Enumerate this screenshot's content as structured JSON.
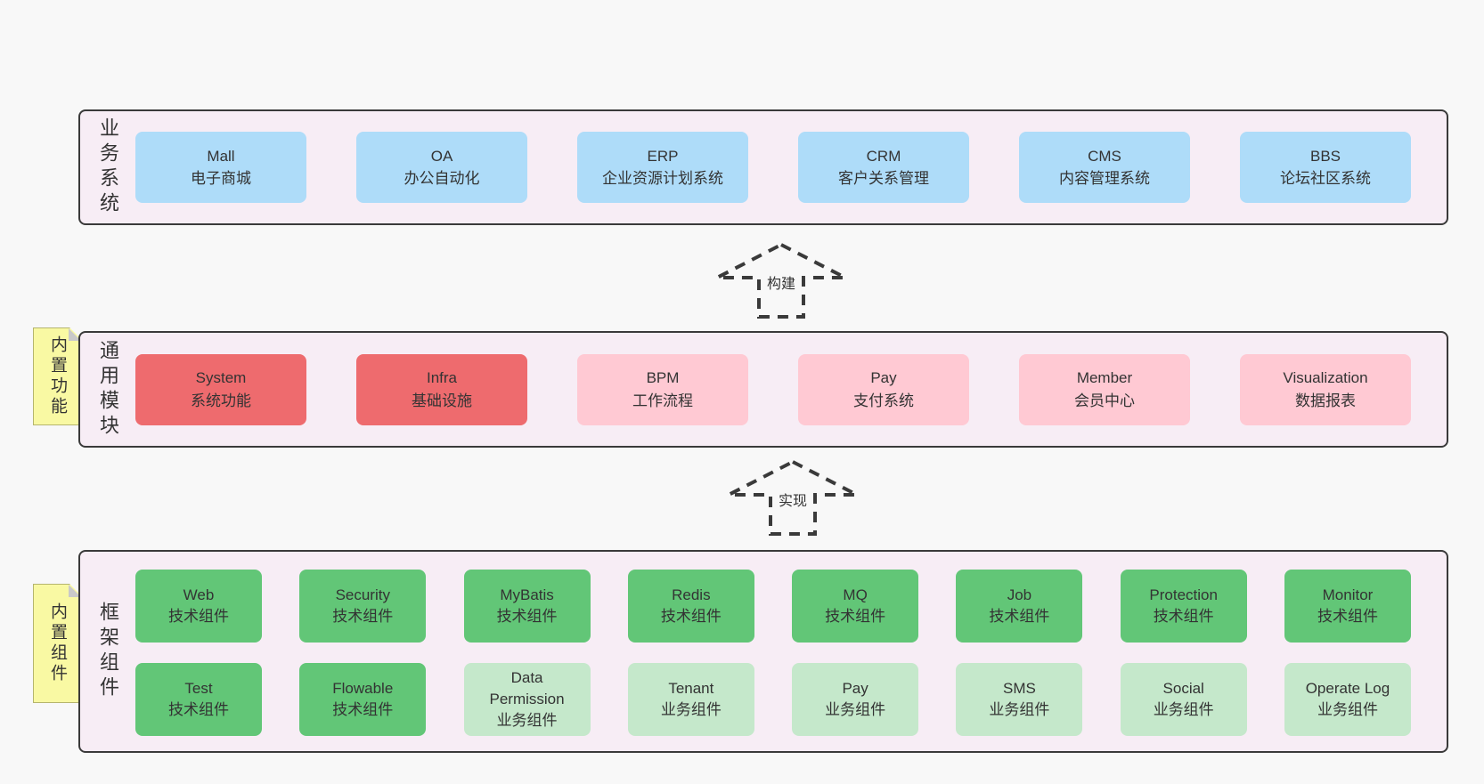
{
  "colors": {
    "page-bg": "#f8f8f8",
    "panel-bg": "#f7edf5",
    "panel-border": "#3a3a3a",
    "blue": "#aedcf9",
    "red": "#ee6b6e",
    "pink": "#ffc9d3",
    "green": "#62c677",
    "light-green": "#c5e8cb",
    "sticky": "#f9f9a3",
    "sticky-fold": "#c9c9c9",
    "text": "#333333"
  },
  "business": {
    "label": "业务系统",
    "boxes": [
      {
        "title": "Mall",
        "subtitle": "电子商城",
        "variant": "blue"
      },
      {
        "title": "OA",
        "subtitle": "办公自动化",
        "variant": "blue"
      },
      {
        "title": "ERP",
        "subtitle": "企业资源计划系统",
        "variant": "blue"
      },
      {
        "title": "CRM",
        "subtitle": "客户关系管理",
        "variant": "blue"
      },
      {
        "title": "CMS",
        "subtitle": "内容管理系统",
        "variant": "blue"
      },
      {
        "title": "BBS",
        "subtitle": "论坛社区系统",
        "variant": "blue"
      }
    ]
  },
  "arrows": {
    "build": "构建",
    "implement": "实现"
  },
  "modules": {
    "label": "通用模块",
    "sticky": "内置功能",
    "boxes": [
      {
        "title": "System",
        "subtitle": "系统功能",
        "variant": "red"
      },
      {
        "title": "Infra",
        "subtitle": "基础设施",
        "variant": "red"
      },
      {
        "title": "BPM",
        "subtitle": "工作流程",
        "variant": "pink"
      },
      {
        "title": "Pay",
        "subtitle": "支付系统",
        "variant": "pink"
      },
      {
        "title": "Member",
        "subtitle": "会员中心",
        "variant": "pink"
      },
      {
        "title": "Visualization",
        "subtitle": "数据报表",
        "variant": "pink"
      }
    ]
  },
  "components": {
    "label": "框架组件",
    "sticky": "内置组件",
    "row1": [
      {
        "title": "Web",
        "subtitle": "技术组件",
        "variant": "green"
      },
      {
        "title": "Security",
        "subtitle": "技术组件",
        "variant": "green"
      },
      {
        "title": "MyBatis",
        "subtitle": "技术组件",
        "variant": "green"
      },
      {
        "title": "Redis",
        "subtitle": "技术组件",
        "variant": "green"
      },
      {
        "title": "MQ",
        "subtitle": "技术组件",
        "variant": "green"
      },
      {
        "title": "Job",
        "subtitle": "技术组件",
        "variant": "green"
      },
      {
        "title": "Protection",
        "subtitle": "技术组件",
        "variant": "green"
      },
      {
        "title": "Monitor",
        "subtitle": "技术组件",
        "variant": "green"
      }
    ],
    "row2": [
      {
        "title": "Test",
        "subtitle": "技术组件",
        "variant": "green"
      },
      {
        "title": "Flowable",
        "subtitle": "技术组件",
        "variant": "green"
      },
      {
        "title": "Data Permission",
        "subtitle": "业务组件",
        "variant": "lightgreen"
      },
      {
        "title": "Tenant",
        "subtitle": "业务组件",
        "variant": "lightgreen"
      },
      {
        "title": "Pay",
        "subtitle": "业务组件",
        "variant": "lightgreen"
      },
      {
        "title": "SMS",
        "subtitle": "业务组件",
        "variant": "lightgreen"
      },
      {
        "title": "Social",
        "subtitle": "业务组件",
        "variant": "lightgreen"
      },
      {
        "title": "Operate Log",
        "subtitle": "业务组件",
        "variant": "lightgreen"
      }
    ]
  }
}
